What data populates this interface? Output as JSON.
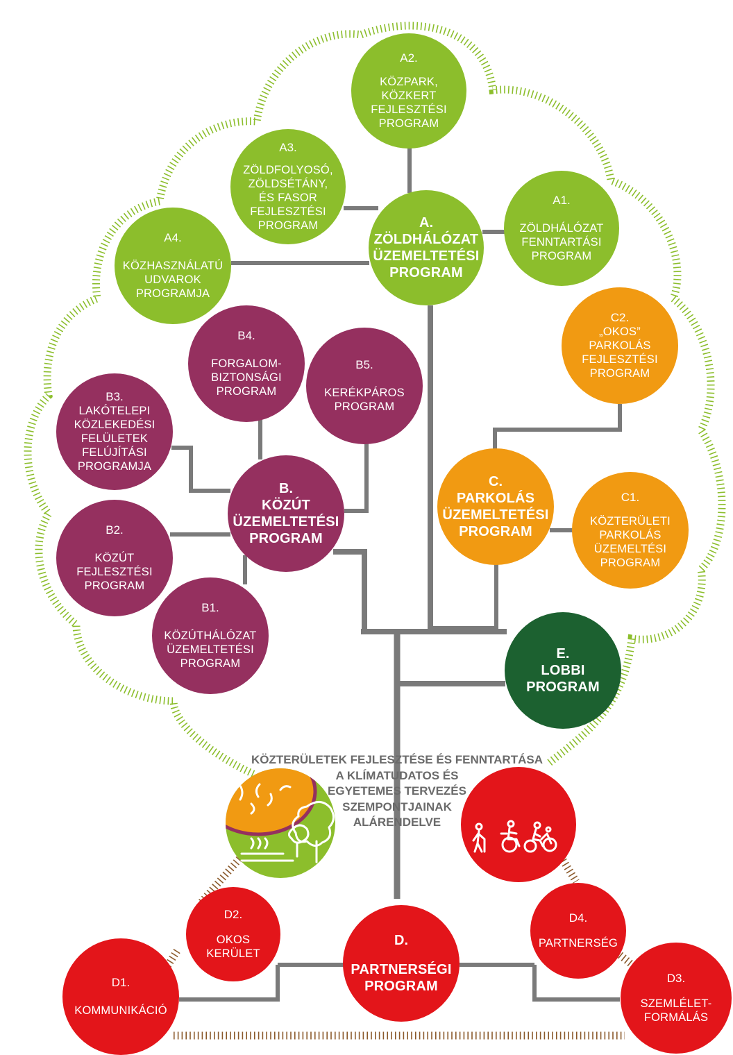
{
  "colors": {
    "green": "#8cbe2c",
    "purple": "#95305f",
    "orange": "#f19a12",
    "dark_green": "#1c6130",
    "red": "#e3151a",
    "trunk": "#7a7a7a",
    "crown_outline": "#8cbe2c",
    "roots_outline": "#8b5a2b",
    "motto_text": "#6a6a6a"
  },
  "motto": "KÖZTERÜLETEK FEJLESZTÉSE ÉS FENNTARTÁSA\nA KLÍMATUDATOS ÉS\nEGYETEMES TERVEZÉS\nSZEMPONTJAINAK\nALÁRENDELVE",
  "nodes": {
    "A": {
      "code": "A.",
      "label": "ZÖLDHÁLÓZAT\nÜZEMELTETÉSI\nPROGRAM"
    },
    "A1": {
      "code": "A1.",
      "label": "ZÖLDHÁLÓZAT\nFENNTARTÁSI\nPROGRAM"
    },
    "A2": {
      "code": "A2.",
      "label": "KÖZPARK,\nKÖZKERT\nFEJLESZTÉSI\nPROGRAM"
    },
    "A3": {
      "code": "A3.",
      "label": "ZÖLDFOLYOSÓ,\nZÖLDSÉTÁNY,\nÉS FASOR\nFEJLESZTÉSI\nPROGRAM"
    },
    "A4": {
      "code": "A4.",
      "label": "KÖZHASZNÁLATÚ\nUDVAROK\nPROGRAMJA"
    },
    "B": {
      "code": "B.",
      "label": "KÖZÚT\nÜZEMELTETÉSI\nPROGRAM"
    },
    "B1": {
      "code": "B1.",
      "label": "KÖZÚTHÁLÓZAT\nÜZEMELTETÉSI\nPROGRAM"
    },
    "B2": {
      "code": "B2.",
      "label": "KÖZÚT\nFEJLESZTÉSI\nPROGRAM"
    },
    "B3": {
      "code": "B3.",
      "label": "LAKÓTELEPI\nKÖZLEKEDÉSI\nFELÜLETEK\nFELÚJÍTÁSI\nPROGRAMJA"
    },
    "B4": {
      "code": "B4.",
      "label": "FORGALOM-\nBIZTONSÁGI\nPROGRAM"
    },
    "B5": {
      "code": "B5.",
      "label": "KERÉKPÁROS\nPROGRAM"
    },
    "C": {
      "code": "C.",
      "label": "PARKOLÁS\nÜZEMELTETÉSI\nPROGRAM"
    },
    "C1": {
      "code": "C1.",
      "label": "KÖZTERÜLETI\nPARKOLÁS\nÜZEMELTÉSI\nPROGRAM"
    },
    "C2": {
      "code": "C2.",
      "label": "„OKOS”\nPARKOLÁS\nFEJLESZTÉSI\nPROGRAM"
    },
    "E": {
      "code": "E.",
      "label": "LOBBI\nPROGRAM"
    },
    "D": {
      "code": "D.",
      "label": "PARTNERSÉGI\nPROGRAM"
    },
    "D1": {
      "code": "D1.",
      "label": "KOMMUNIKÁCIÓ"
    },
    "D2": {
      "code": "D2.",
      "label": "OKOS\nKERÜLET"
    },
    "D3": {
      "code": "D3.",
      "label": "SZEMLÉLET-\nFORMÁLÁS"
    },
    "D4": {
      "code": "D4.",
      "label": "PARTNERSÉG"
    }
  },
  "icons": {
    "climate": "climate-nature-icon",
    "accessibility": "universal-design-people-icon"
  }
}
